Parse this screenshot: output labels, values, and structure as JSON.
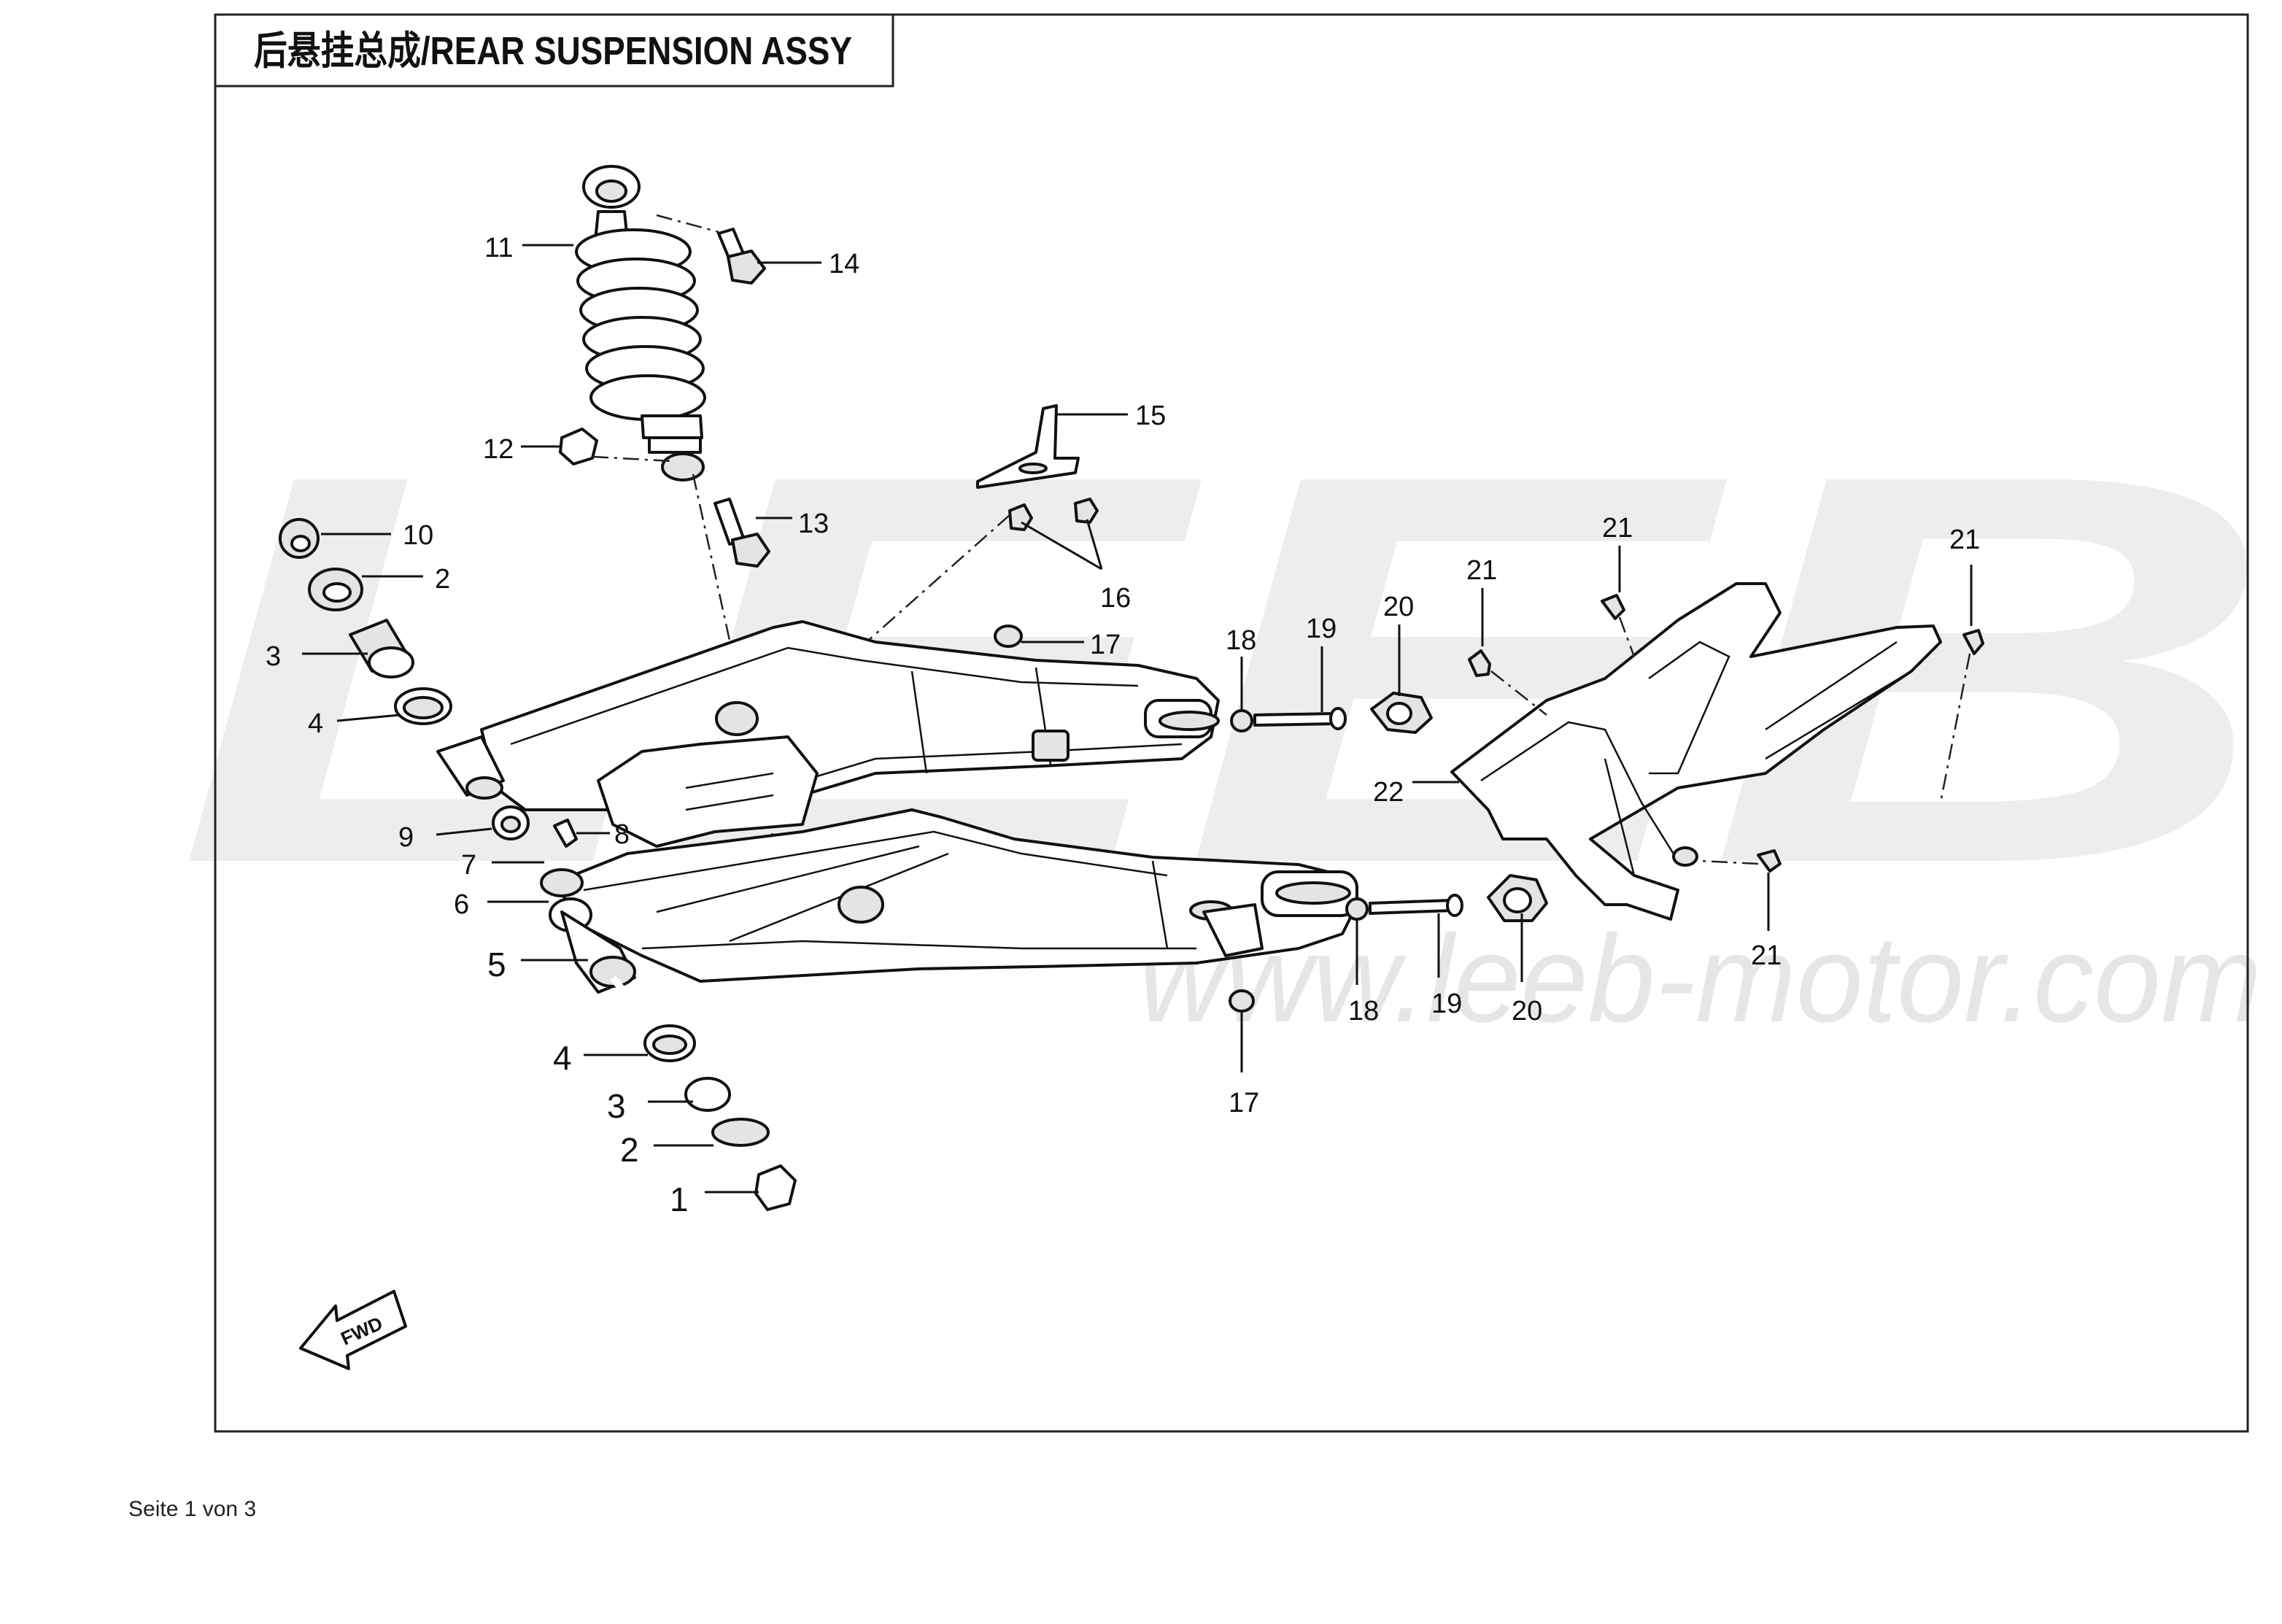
{
  "title": "后悬挂总成/REAR SUSPENSION  ASSY",
  "watermark": {
    "logo_text": "LEEB",
    "url_text": "www.leeb-motor.com",
    "color": "#ebebeb"
  },
  "direction_arrow": {
    "label": "FWD"
  },
  "callouts": [
    {
      "num": "1"
    },
    {
      "num": "2"
    },
    {
      "num": "3"
    },
    {
      "num": "4"
    },
    {
      "num": "5"
    },
    {
      "num": "6"
    },
    {
      "num": "7"
    },
    {
      "num": "8"
    },
    {
      "num": "9"
    },
    {
      "num": "10"
    },
    {
      "num": "2"
    },
    {
      "num": "3"
    },
    {
      "num": "4"
    },
    {
      "num": "11"
    },
    {
      "num": "12"
    },
    {
      "num": "13"
    },
    {
      "num": "14"
    },
    {
      "num": "15"
    },
    {
      "num": "16"
    },
    {
      "num": "17"
    },
    {
      "num": "17"
    },
    {
      "num": "18"
    },
    {
      "num": "19"
    },
    {
      "num": "20"
    },
    {
      "num": "18"
    },
    {
      "num": "19"
    },
    {
      "num": "20"
    },
    {
      "num": "21"
    },
    {
      "num": "21"
    },
    {
      "num": "21"
    },
    {
      "num": "21"
    },
    {
      "num": "22"
    }
  ],
  "footer": "Seite 1 von 3"
}
